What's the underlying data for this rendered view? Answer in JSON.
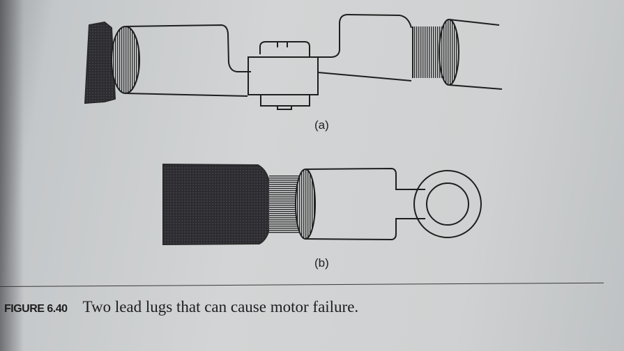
{
  "figure": {
    "number": "FIGURE 6.40",
    "caption": "Two lead lugs that can cause motor failure.",
    "panels": [
      {
        "label": "(a)"
      },
      {
        "label": "(b)"
      }
    ]
  },
  "colors": {
    "ink": "#1e1e1e",
    "paper": "#d2d4d5",
    "insulation": "#2f2f33"
  }
}
